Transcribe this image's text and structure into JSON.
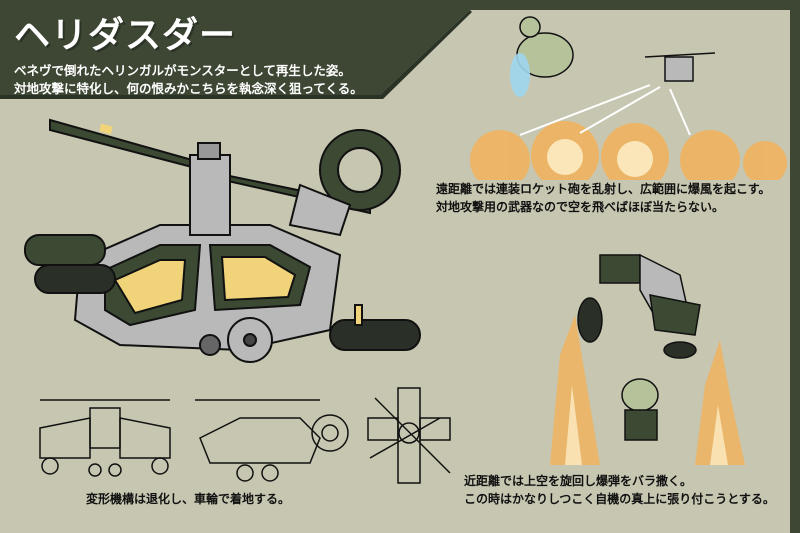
{
  "header": {
    "title": "ヘリダスダー",
    "description": [
      "ベネヴで倒れたヘリンガルがモンスターとして再生した姿。",
      "対地攻撃に特化し、何の恨みかこちらを執念深く狙ってくる。"
    ]
  },
  "captions": {
    "ranged": [
      "遠距離では連装ロケット砲を乱射し、広範囲に爆風を起こす。",
      "対地攻撃用の武器なので空を飛べばほぼ当たらない。"
    ],
    "melee": [
      "近距離では上空を旋回し爆弾をバラ撒く。",
      "この時はかなりしつこく自機の真上に張り付こうとする。"
    ],
    "transform": "変形機構は退化し、車輪で着地する。"
  },
  "colors": {
    "frame": "#3d4734",
    "background": "#c7c6b1",
    "armor_green": "#3c4a34",
    "armor_gray": "#b9b9b9",
    "canopy_yellow": "#f1d37a",
    "explosion": "#f2b25a"
  }
}
